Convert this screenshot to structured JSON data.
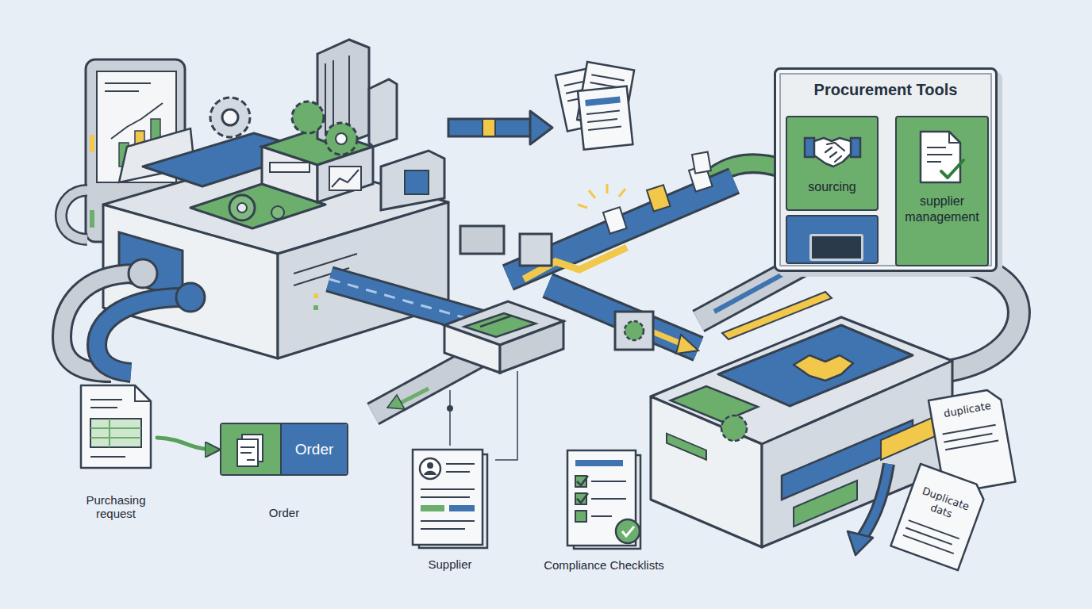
{
  "diagram": {
    "nodes": [
      {
        "text": [
          "Procurement Tools"
        ]
      },
      {
        "text": [
          "sourcing"
        ],
        "in": 0
      },
      {
        "text": [
          "supplier management"
        ],
        "in": 0
      },
      {
        "text": [
          "Purchasing request"
        ]
      },
      {
        "text": [
          "Order",
          "Order"
        ]
      },
      {
        "text": [
          "Supplier"
        ]
      },
      {
        "text": [
          "Compliance Checklists"
        ]
      }
    ],
    "edges": [
      {
        "from": 3,
        "to": 4,
        "arrow": "to"
      }
    ],
    "labels": [
      "duplicate",
      "Duplicate dats"
    ]
  }
}
